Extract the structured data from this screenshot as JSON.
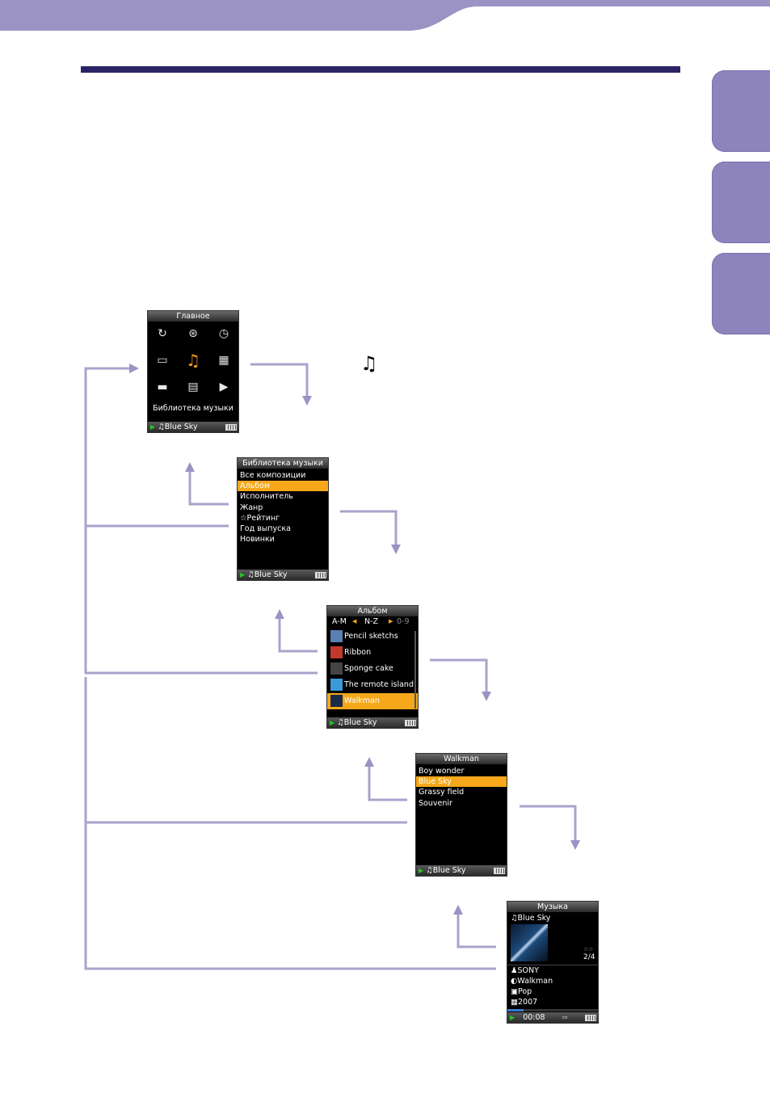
{
  "header": {
    "band_color": "#9b93c3",
    "rule_color": "#2a2366"
  },
  "side_tabs": {
    "color": "#8e84bd"
  },
  "music_note_symbol": "♫",
  "screens": {
    "home": {
      "title": "Главное",
      "icons": [
        "repeat-icon",
        "search-icon",
        "clock-icon",
        "photo-icon",
        "music-note-icon",
        "film-icon",
        "toolbox-icon",
        "document-icon",
        "video-playlist-icon"
      ],
      "caption": "Библиотека музыки",
      "status": "Blue Sky"
    },
    "library": {
      "title": "Библиотека музыки",
      "items": [
        {
          "label": "Все композиции",
          "selected": false
        },
        {
          "label": "Альбом",
          "selected": true
        },
        {
          "label": "Исполнитель",
          "selected": false
        },
        {
          "label": "Жанр",
          "selected": false
        },
        {
          "label": "☆Рейтинг",
          "selected": false
        },
        {
          "label": "Год выпуска",
          "selected": false
        },
        {
          "label": "Новинки",
          "selected": false
        }
      ],
      "status": "Blue Sky"
    },
    "album": {
      "title": "Альбом",
      "alpha": {
        "am": "A-M",
        "nz": "N-Z",
        "num": "0-9"
      },
      "items": [
        {
          "label": "Pencil sketchs",
          "selected": false,
          "thumb": "#5a7fb0"
        },
        {
          "label": "Ribbon",
          "selected": false,
          "thumb": "#c0392b"
        },
        {
          "label": "Sponge cake",
          "selected": false,
          "thumb": "#444444"
        },
        {
          "label": "The remote island",
          "selected": false,
          "thumb": "#3a9ad9"
        },
        {
          "label": "Walkman",
          "selected": true,
          "thumb": "#1b2b4a"
        }
      ],
      "status": "Blue Sky"
    },
    "tracks": {
      "title": "Walkman",
      "items": [
        {
          "label": "Boy wonder",
          "selected": false
        },
        {
          "label": "Blue Sky",
          "selected": true
        },
        {
          "label": "Grassy field",
          "selected": false
        },
        {
          "label": "Souvenir",
          "selected": false
        }
      ],
      "status": "Blue Sky"
    },
    "playing": {
      "title": "Музыка",
      "song": "Blue Sky",
      "rating": "☆☆",
      "counter": "2/4",
      "artist": "SONY",
      "album": "Walkman",
      "genre": "Pop",
      "year": "2007",
      "time": "00:08",
      "progress_pct": 18
    }
  }
}
